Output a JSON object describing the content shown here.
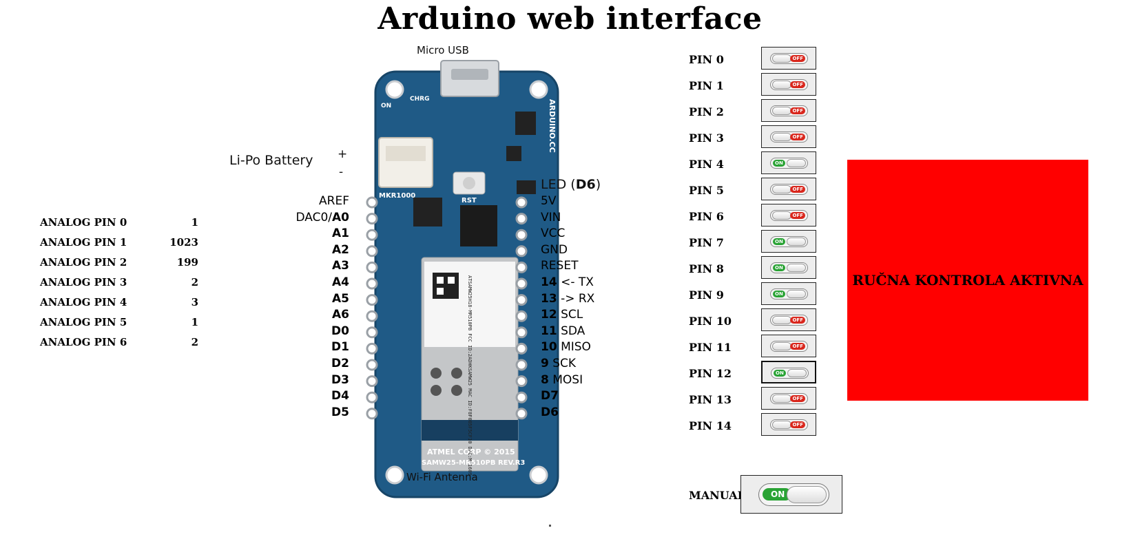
{
  "page": {
    "title": "Arduino web interface"
  },
  "analog": {
    "rows": [
      {
        "label": "ANALOG PIN 0",
        "value": "1"
      },
      {
        "label": "ANALOG PIN 1",
        "value": "1023"
      },
      {
        "label": "ANALOG PIN 2",
        "value": "199"
      },
      {
        "label": "ANALOG PIN 3",
        "value": "2"
      },
      {
        "label": "ANALOG PIN 4",
        "value": "3"
      },
      {
        "label": "ANALOG PIN 5",
        "value": "1"
      },
      {
        "label": "ANALOG PIN 6",
        "value": "2"
      }
    ]
  },
  "board": {
    "micro_usb": "Micro USB",
    "battery": "Li-Po Battery",
    "plus": "+",
    "minus": "-",
    "led_prefix": "LED (",
    "led_pin": "D6",
    "led_suffix": ")",
    "antenna": "Wi-Fi Antenna",
    "silk_on": "ON",
    "silk_chrg": "CHRG",
    "silk_mkr": "MKR1000",
    "silk_rst": "RST",
    "silk_arduino": "ARDUINO.CC",
    "silk_atmel": "ATMEL CORP © 2015",
    "silk_rev": "SAMW25-MR510PB REV.R3",
    "module_text": "ATSAMW25H18-MR510PB FCC ID:2ADHKSAMW25 MAC ID:F8F005F5CF10 D/C:M 1609",
    "left_pins": [
      {
        "pre": "",
        "bold": "AREF"
      },
      {
        "pre": "DAC0/",
        "bold": "A0"
      },
      {
        "pre": "",
        "bold": "A1"
      },
      {
        "pre": "",
        "bold": "A2"
      },
      {
        "pre": "",
        "bold": "A3"
      },
      {
        "pre": "",
        "bold": "A4"
      },
      {
        "pre": "",
        "bold": "A5"
      },
      {
        "pre": "",
        "bold": "A6"
      },
      {
        "pre": "",
        "bold": "D0"
      },
      {
        "pre": "",
        "bold": "D1"
      },
      {
        "pre": "",
        "bold": "D2"
      },
      {
        "pre": "",
        "bold": "D3"
      },
      {
        "pre": "",
        "bold": "D4"
      },
      {
        "pre": "",
        "bold": "D5"
      }
    ],
    "right_pins": [
      {
        "bold": "",
        "text": "5V"
      },
      {
        "bold": "",
        "text": "VIN"
      },
      {
        "bold": "",
        "text": "VCC"
      },
      {
        "bold": "",
        "text": "GND"
      },
      {
        "bold": "",
        "text": "RESET"
      },
      {
        "bold": "14",
        "text": " <- TX"
      },
      {
        "bold": "13",
        "text": " -> RX"
      },
      {
        "bold": "12",
        "text": " SCL"
      },
      {
        "bold": "11",
        "text": " SDA"
      },
      {
        "bold": "10",
        "text": " MISO"
      },
      {
        "bold": "9",
        "text": " SCK"
      },
      {
        "bold": "8",
        "text": " MOSI"
      },
      {
        "bold": "D7",
        "text": ""
      },
      {
        "bold": "D6",
        "text": ""
      }
    ]
  },
  "pins": [
    {
      "label": "PIN 0",
      "state": "OFF"
    },
    {
      "label": "PIN 1",
      "state": "OFF"
    },
    {
      "label": "PIN 2",
      "state": "OFF"
    },
    {
      "label": "PIN 3",
      "state": "OFF"
    },
    {
      "label": "PIN 4",
      "state": "ON"
    },
    {
      "label": "PIN 5",
      "state": "OFF"
    },
    {
      "label": "PIN 6",
      "state": "OFF"
    },
    {
      "label": "PIN 7",
      "state": "ON"
    },
    {
      "label": "PIN 8",
      "state": "ON"
    },
    {
      "label": "PIN 9",
      "state": "ON"
    },
    {
      "label": "PIN 10",
      "state": "OFF"
    },
    {
      "label": "PIN 11",
      "state": "OFF"
    },
    {
      "label": "PIN 12",
      "state": "ON"
    },
    {
      "label": "PIN 13",
      "state": "OFF"
    },
    {
      "label": "PIN 14",
      "state": "OFF"
    }
  ],
  "manual": {
    "label": "MANUAL",
    "state": "ON"
  },
  "status": {
    "text": "RUČNA KONTROLA AKTIVNA",
    "color": "#ff0000"
  },
  "colors": {
    "board": "#1f5a86",
    "switch_on": "#29a334",
    "switch_off": "#d9261c"
  }
}
